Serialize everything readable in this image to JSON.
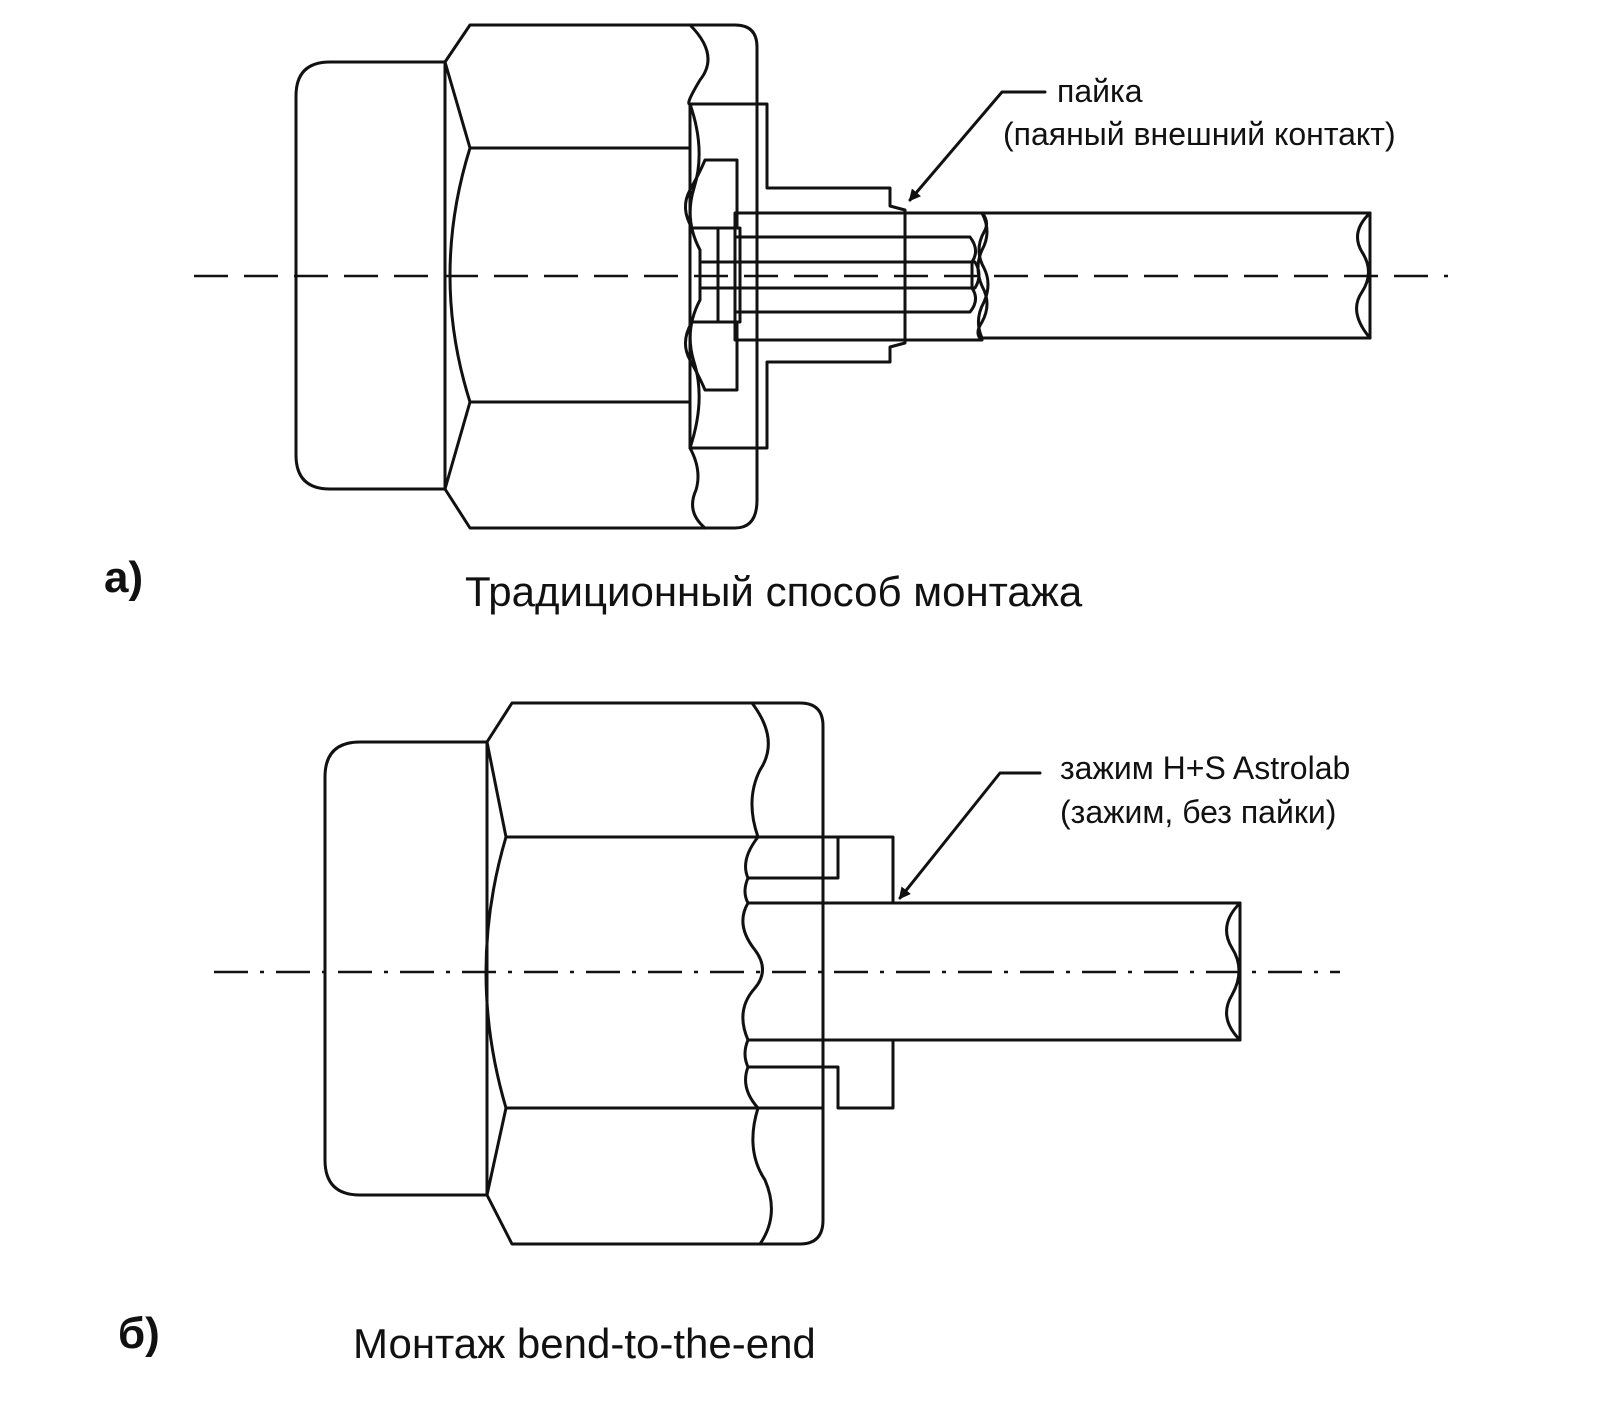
{
  "figure_a": {
    "tag": "а)",
    "caption": "Традиционный способ монтажа",
    "callout": {
      "line1": "пайка",
      "line2": "(паяный внешний контакт)"
    }
  },
  "figure_b": {
    "tag": "б)",
    "caption": "Монтаж bend-to-the-end",
    "callout": {
      "line1": "зажим H+S Astrolab",
      "line2": "(зажим, без пайки)"
    }
  },
  "colors": {
    "outline": "#111111",
    "light_fill": "#e6e6e6",
    "mid_fill": "#b3b3b3",
    "dark_fill": "#6b6b6b",
    "core_fill": "#3a3a3a"
  }
}
